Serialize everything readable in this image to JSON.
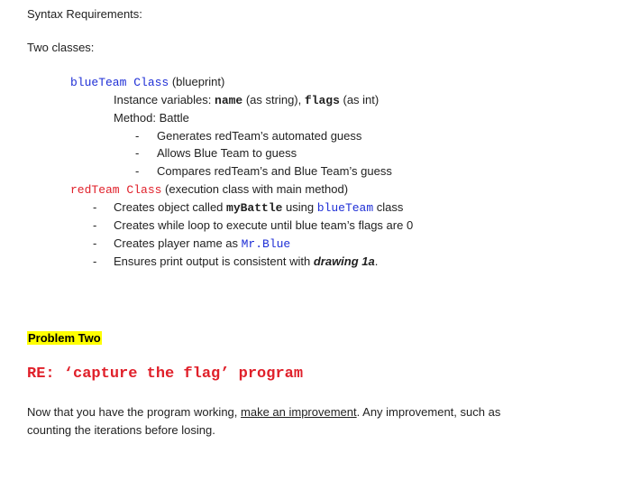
{
  "heading": "Syntax Requirements:",
  "two_classes": "Two classes:",
  "blue_class": {
    "name": "blueTeam Class",
    "suffix": " (blueprint)"
  },
  "instance_vars": {
    "prefix": "Instance variables: ",
    "var1": "name",
    "mid": " (as string), ",
    "var2": "flags",
    "suffix": " (as int)"
  },
  "method": "Method: Battle",
  "battle_steps": [
    "Generates redTeam’s automated guess",
    "Allows Blue Team to guess",
    "Compares redTeam’s and Blue Team’s guess"
  ],
  "red_class": {
    "name": "redTeam Class",
    "suffix": " (execution class with main method)"
  },
  "red_items": {
    "item1": {
      "prefix": "Creates object called ",
      "code1": "myBattle",
      "mid": " using ",
      "code2": "blueTeam",
      "suffix": " class"
    },
    "item2": "Creates while loop to execute until blue team’s flags are 0",
    "item3": {
      "prefix": "Creates player name as ",
      "code": "Mr.Blue"
    },
    "item4": {
      "prefix": "Ensures print output is consistent with ",
      "bold": "drawing 1a",
      "suffix": "."
    }
  },
  "problem_two": "Problem Two",
  "re_title": "RE: ‘capture the flag’ program",
  "para": {
    "prefix": "Now that you have the program working, ",
    "underlined": "make an improvement",
    "suffix": ". Any improvement, such as",
    "line2": "counting the iterations before losing."
  }
}
